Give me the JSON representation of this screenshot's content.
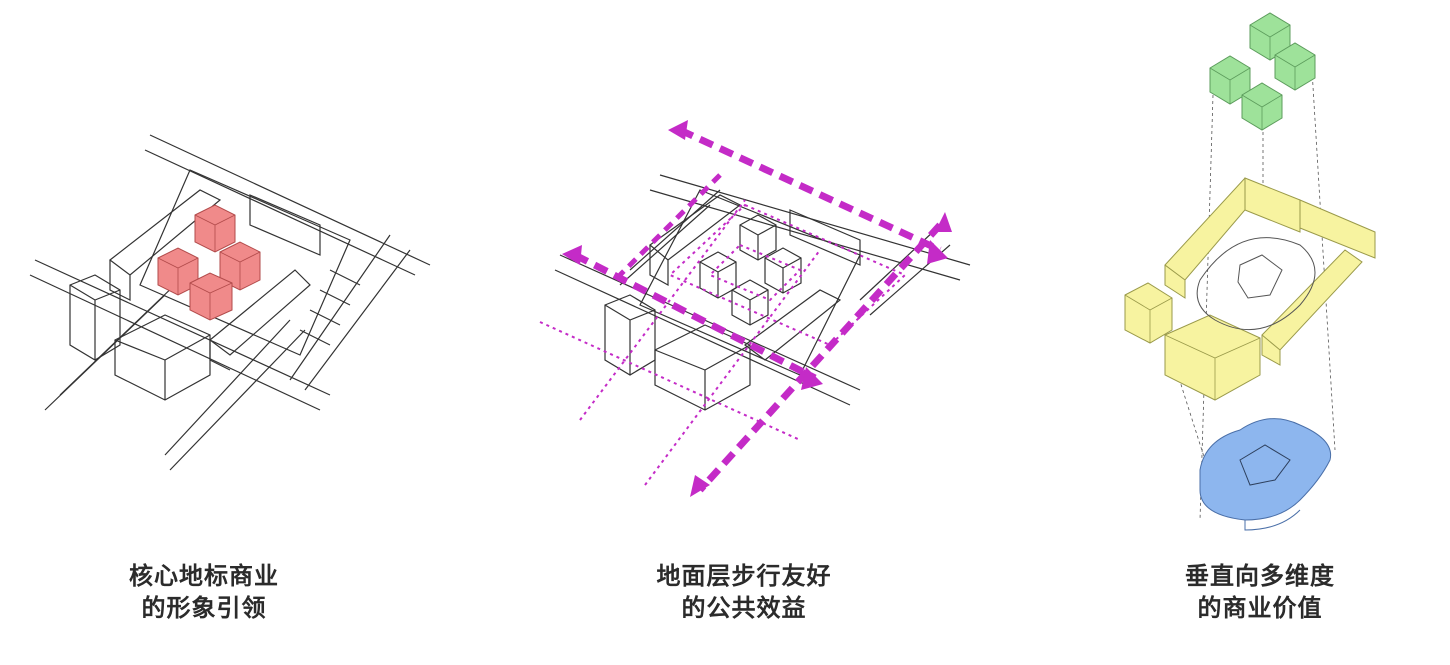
{
  "panels": [
    {
      "caption": [
        "核心地标商业",
        "的形象引领"
      ],
      "accent": "#f08a8a"
    },
    {
      "caption": [
        "地面层步行友好",
        "的公共效益"
      ],
      "accent": "#c42bc7"
    },
    {
      "caption": [
        "垂直向多维度",
        "的商业价值"
      ],
      "accent_top": "#9ee29a",
      "accent_mid": "#f7f3a0",
      "accent_bottom": "#8db6ee"
    }
  ]
}
